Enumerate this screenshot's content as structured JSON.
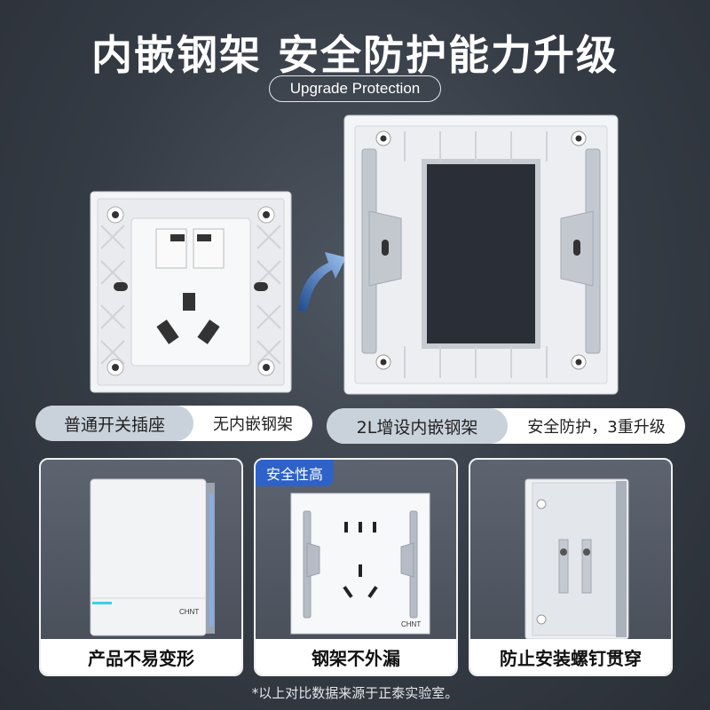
{
  "header": {
    "title": "内嵌钢架 安全防护能力升级",
    "subtitle": "Upgrade Protection"
  },
  "comparison": {
    "left": {
      "name": "普通开关插座",
      "desc": "无内嵌钢架"
    },
    "right": {
      "name": "2L增设内嵌钢架",
      "desc": "安全防护，3重升级"
    }
  },
  "cards": [
    {
      "caption": "产品不易变形",
      "brand": "CHNT"
    },
    {
      "badge": "安全性高",
      "caption": "钢架不外漏",
      "brand": "CHNT"
    },
    {
      "caption": "防止安装螺钉贯穿"
    }
  ],
  "footnote": "*以上对比数据来源于正泰实验室。",
  "colors": {
    "background": "#353b44",
    "badge": "#2e62c9",
    "pill_left": "#c9d1db",
    "indicator": "#3ad0e8"
  }
}
